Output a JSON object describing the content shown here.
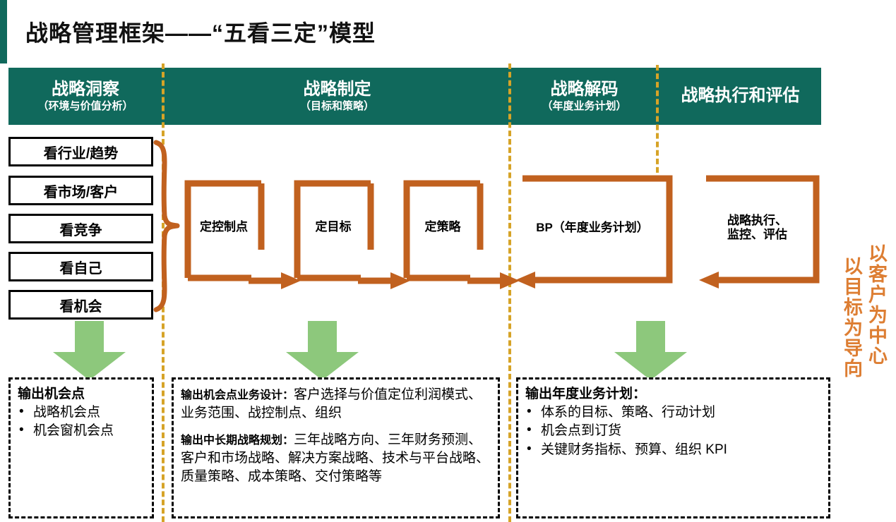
{
  "page": {
    "title": "战略管理框架——“五看三定”模型",
    "accent_teal": "#10695C",
    "accent_orange": "#C1611F",
    "accent_green": "#8DC87C",
    "accent_yellow": "#D6A327",
    "slogan_orange": "#DD7E33"
  },
  "header": {
    "cells": [
      {
        "main": "战略洞察",
        "sub": "（环境与价值分析）"
      },
      {
        "main": "战略制定",
        "sub": "（目标和策略）"
      },
      {
        "main": "战略解码",
        "sub": "（年度业务计划）"
      },
      {
        "main": "战略执行和评估",
        "sub": ""
      }
    ]
  },
  "insight_boxes": [
    {
      "label": "看行业/趋势"
    },
    {
      "label": "看市场/客户"
    },
    {
      "label": "看竞争"
    },
    {
      "label": "看自己"
    },
    {
      "label": "看机会"
    }
  ],
  "process_boxes": [
    {
      "label": "定控制点"
    },
    {
      "label": "定目标"
    },
    {
      "label": "定策略"
    },
    {
      "label": "BP（年度业务计划）"
    },
    {
      "label": "战略执行、\n监控、评估",
      "line1": "战略执行、",
      "line2": "监控、评估"
    }
  ],
  "outputs": {
    "insight": {
      "heading": "输出机会点",
      "items": [
        "战略机会点",
        "机会窗机会点"
      ]
    },
    "formulation": {
      "block1_head": "输出机会点业务设计：",
      "block1_text": "客户选择与价值定位利润模式、业务范围、战控制点、组织",
      "block2_head": "输出中长期战略规划：",
      "block2_text": "三年战略方向、三年财务预测、客户和市场战略、解决方案战略、技术与平台战略、质量策略、成本策略、交付策略等"
    },
    "decoding": {
      "heading": "输出年度业务计划：",
      "items": [
        "体系的目标、策略、行动计划",
        "机会点到订货",
        "关键财务指标、预算、组织 KPI"
      ]
    }
  },
  "slogans": {
    "customer_center": "以客户为中心",
    "goal_oriented": "以目标为导向"
  }
}
